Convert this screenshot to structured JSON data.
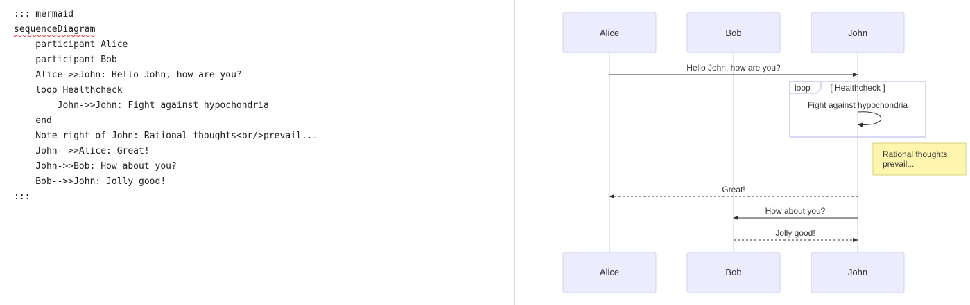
{
  "editor": {
    "lines": [
      "::: mermaid",
      "sequenceDiagram",
      "    participant Alice",
      "    participant Bob",
      "    Alice->>John: Hello John, how are you?",
      "    loop Healthcheck",
      "        John->>John: Fight against hypochondria",
      "    end",
      "    Note right of John: Rational thoughts<br/>prevail...",
      "    John-->>Alice: Great!",
      "    John->>Bob: How about you?",
      "    Bob-->>John: Jolly good!",
      ":::"
    ]
  },
  "diagram": {
    "participants": [
      {
        "id": "alice",
        "name": "Alice"
      },
      {
        "id": "bob",
        "name": "Bob"
      },
      {
        "id": "john",
        "name": "John"
      }
    ],
    "messages": [
      {
        "from": "alice",
        "to": "john",
        "text": "Hello John, how are you?",
        "style": "solid"
      },
      {
        "from": "john",
        "to": "john",
        "text": "Fight against hypochondria",
        "style": "solid",
        "in_loop": true
      },
      {
        "from": "john",
        "to": "alice",
        "text": "Great!",
        "style": "dashed"
      },
      {
        "from": "john",
        "to": "bob",
        "text": "How about you?",
        "style": "solid"
      },
      {
        "from": "bob",
        "to": "john",
        "text": "Jolly good!",
        "style": "dashed"
      }
    ],
    "loop": {
      "keyword": "loop",
      "label": "[ Healthcheck ]"
    },
    "note": {
      "lines": [
        "Rational thoughts",
        "prevail..."
      ]
    },
    "colors": {
      "actor_fill": "#ececff",
      "actor_border": "#d1d1f5",
      "note_fill": "#fff5ad",
      "note_border": "#d6d07a",
      "line": "#333333",
      "lifeline": "#cccccc"
    }
  }
}
